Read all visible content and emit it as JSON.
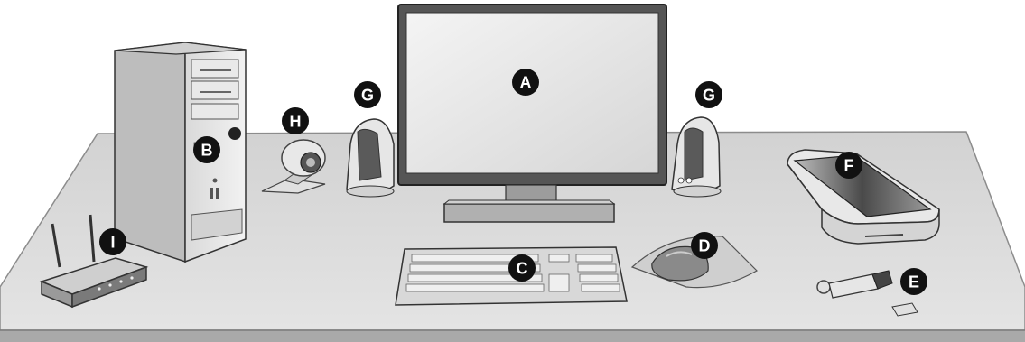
{
  "title": "",
  "components": [
    {
      "id": "monitor",
      "label": "A",
      "icon": "monitor-icon"
    },
    {
      "id": "system-unit",
      "label": "B",
      "icon": "tower-pc-icon"
    },
    {
      "id": "keyboard",
      "label": "C",
      "icon": "keyboard-icon"
    },
    {
      "id": "mouse",
      "label": "D",
      "icon": "mouse-icon"
    },
    {
      "id": "usb-flash-drive",
      "label": "E",
      "icon": "usb-drive-icon"
    },
    {
      "id": "scanner",
      "label": "F",
      "icon": "scanner-icon"
    },
    {
      "id": "speaker-left",
      "label": "G",
      "icon": "speaker-icon"
    },
    {
      "id": "speaker-right",
      "label": "G",
      "icon": "speaker-icon"
    },
    {
      "id": "webcam",
      "label": "H",
      "icon": "webcam-icon"
    },
    {
      "id": "router",
      "label": "I",
      "icon": "router-icon"
    }
  ],
  "colors": {
    "desk_top": "#dcdcdc",
    "desk_edge": "#9a9a9a",
    "badge": "#111111",
    "badge_text": "#ffffff",
    "device_body": "#e6e6e6",
    "device_outline": "#333333",
    "screen": "#ececec"
  }
}
